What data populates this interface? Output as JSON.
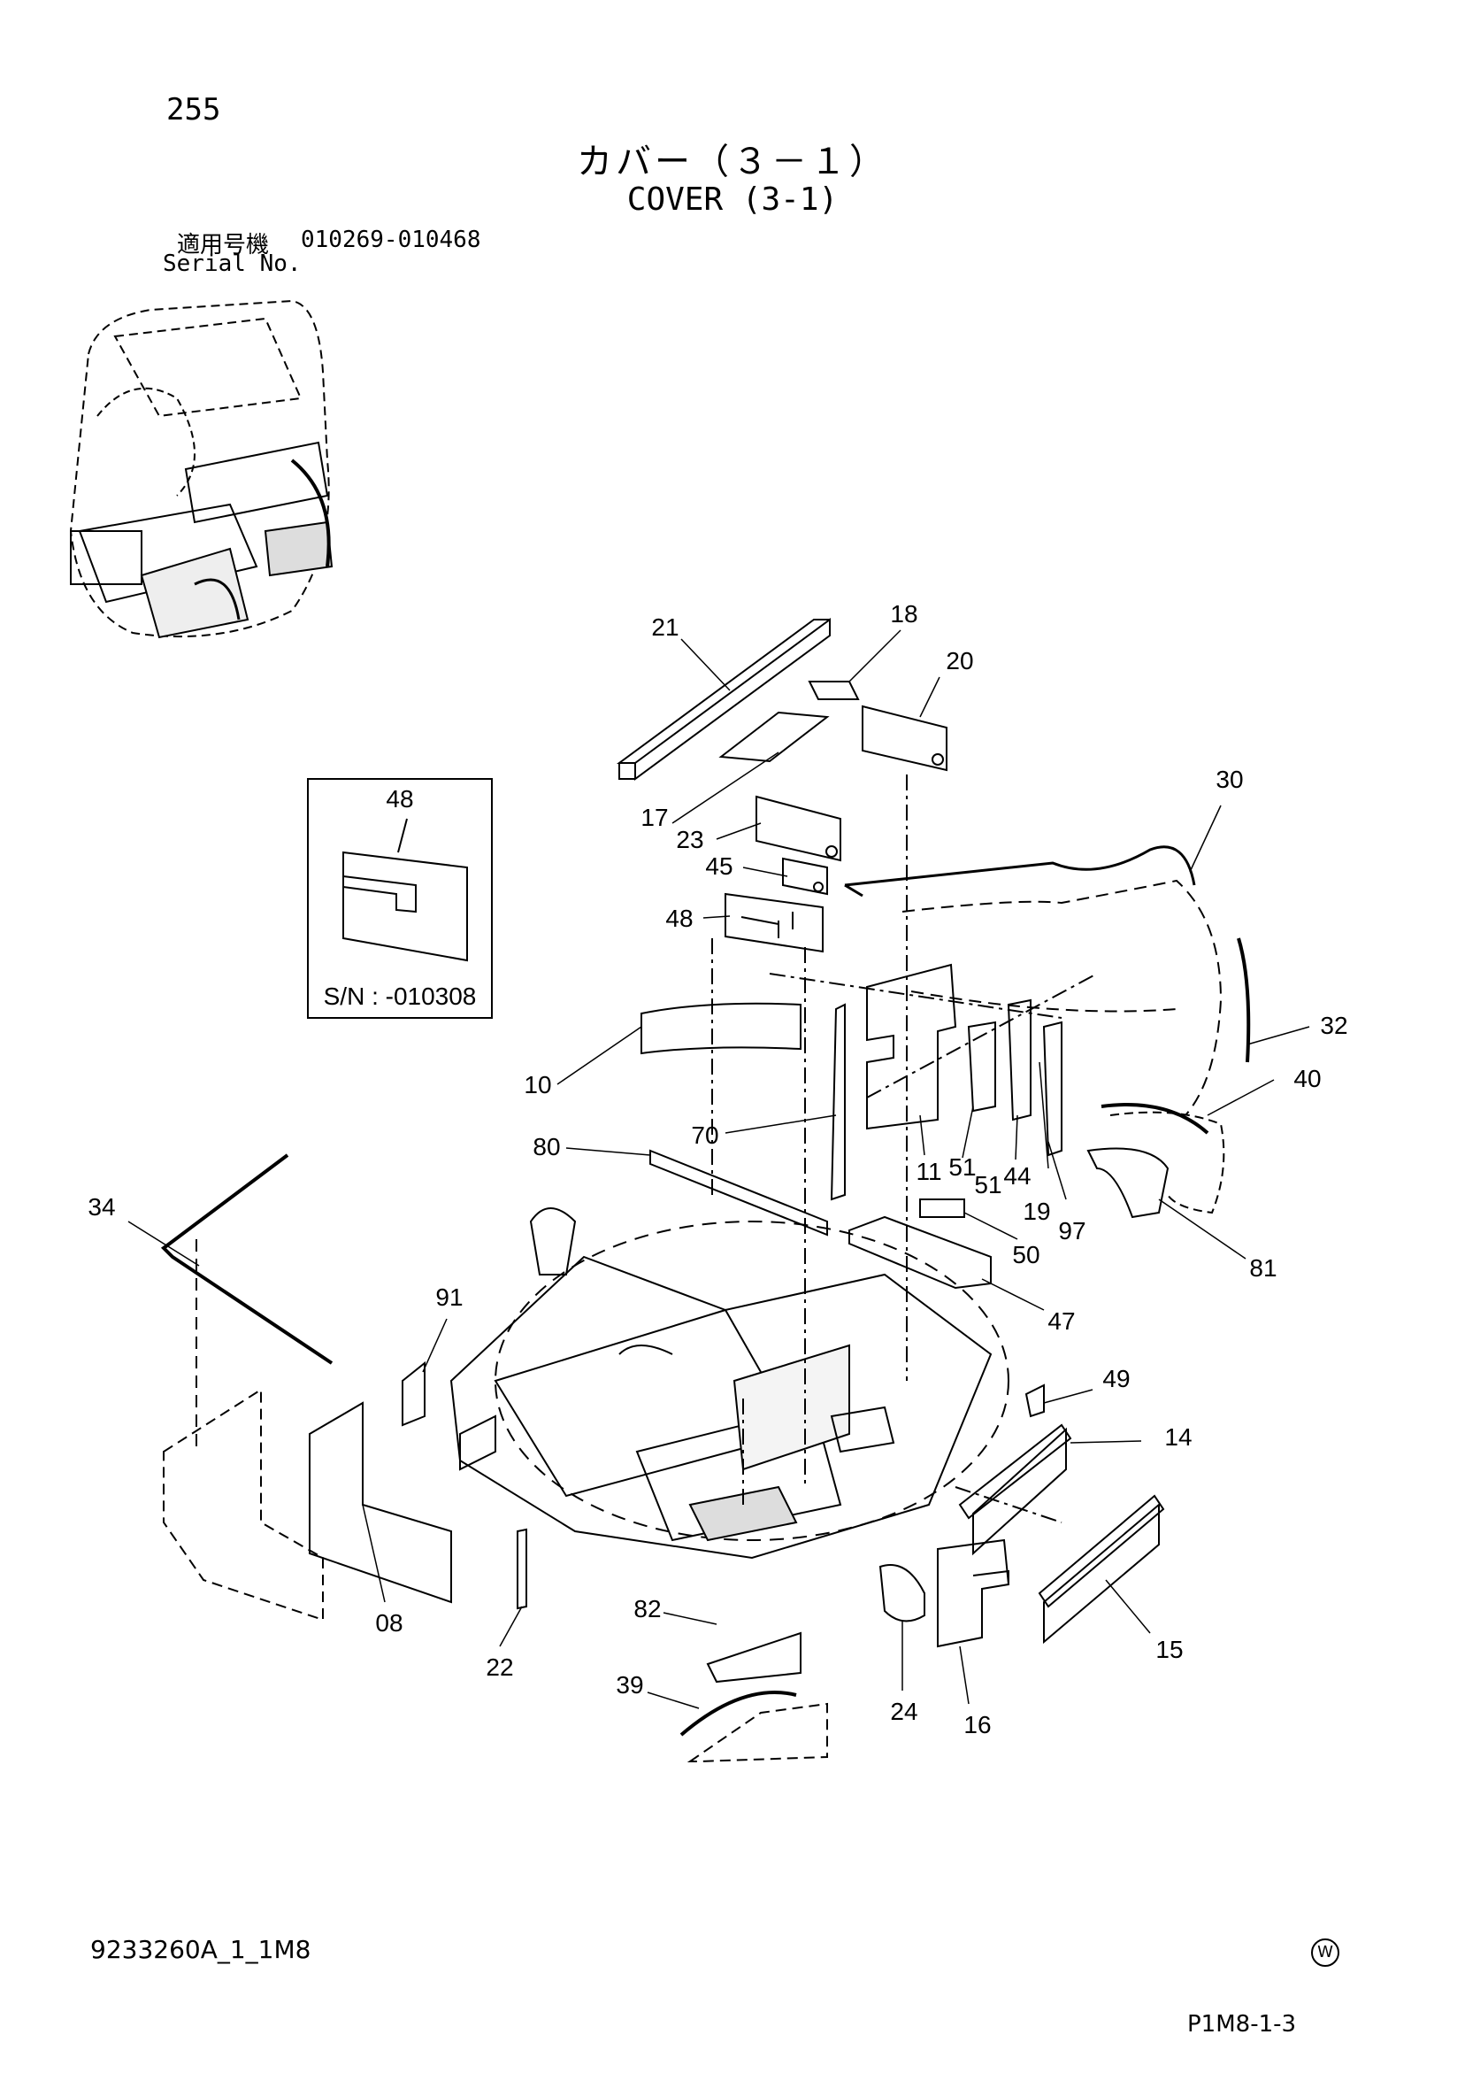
{
  "header": {
    "page_number": "255",
    "title_jp": "カバー（３－１）",
    "title_en": "COVER (3-1)",
    "serial_label_jp": "適用号機",
    "serial_range": "010269-010468",
    "serial_label_en": "Serial No."
  },
  "inset": {
    "part_label": "48",
    "serial_note": "S/N : -010308"
  },
  "callouts": [
    "21",
    "18",
    "20",
    "17",
    "23",
    "45",
    "48",
    "30",
    "32",
    "10",
    "70",
    "80",
    "11",
    "51",
    "51",
    "44",
    "19",
    "97",
    "40",
    "81",
    "50",
    "47",
    "34",
    "91",
    "49",
    "14",
    "08",
    "22",
    "82",
    "24",
    "16",
    "15",
    "39"
  ],
  "footer": {
    "drawing_code": "9233260A_1_1M8",
    "mark": "W",
    "page_code": "P1M8-1-3"
  }
}
